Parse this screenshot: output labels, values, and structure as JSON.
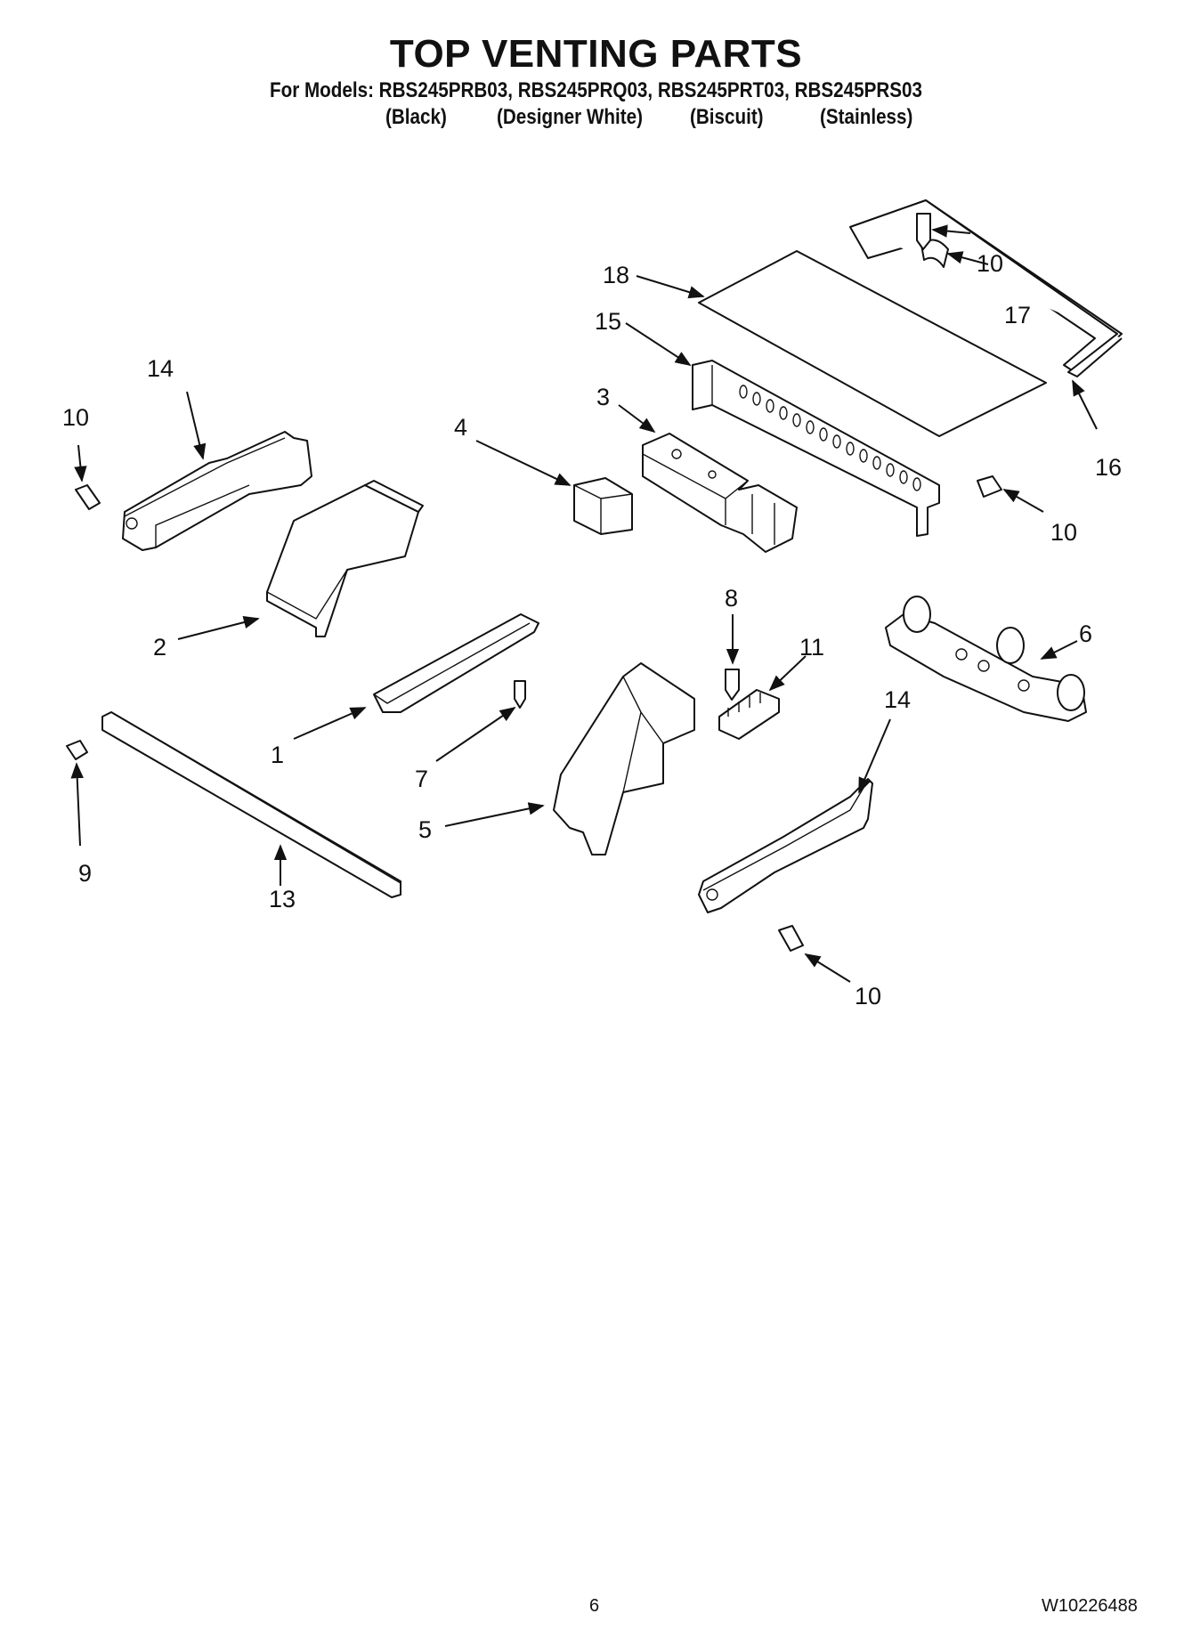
{
  "header": {
    "title": "TOP VENTING PARTS",
    "models_line": "For Models: RBS245PRB03, RBS245PRQ03, RBS245PRT03, RBS245PRS03",
    "variants": [
      "(Black)",
      "(Designer White)",
      "(Biscuit)",
      "(Stainless)"
    ]
  },
  "callouts": {
    "c1": "1",
    "c2": "2",
    "c3": "3",
    "c4": "4",
    "c5": "5",
    "c6": "6",
    "c7": "7",
    "c8": "8",
    "c9": "9",
    "c10a": "10",
    "c10b": "10",
    "c10c": "10",
    "c10d": "10",
    "c11": "11",
    "c13": "13",
    "c14a": "14",
    "c14b": "14",
    "c15": "15",
    "c16": "16",
    "c17": "17",
    "c18": "18"
  },
  "footer": {
    "page_number": "6",
    "doc_number": "W10226488"
  }
}
